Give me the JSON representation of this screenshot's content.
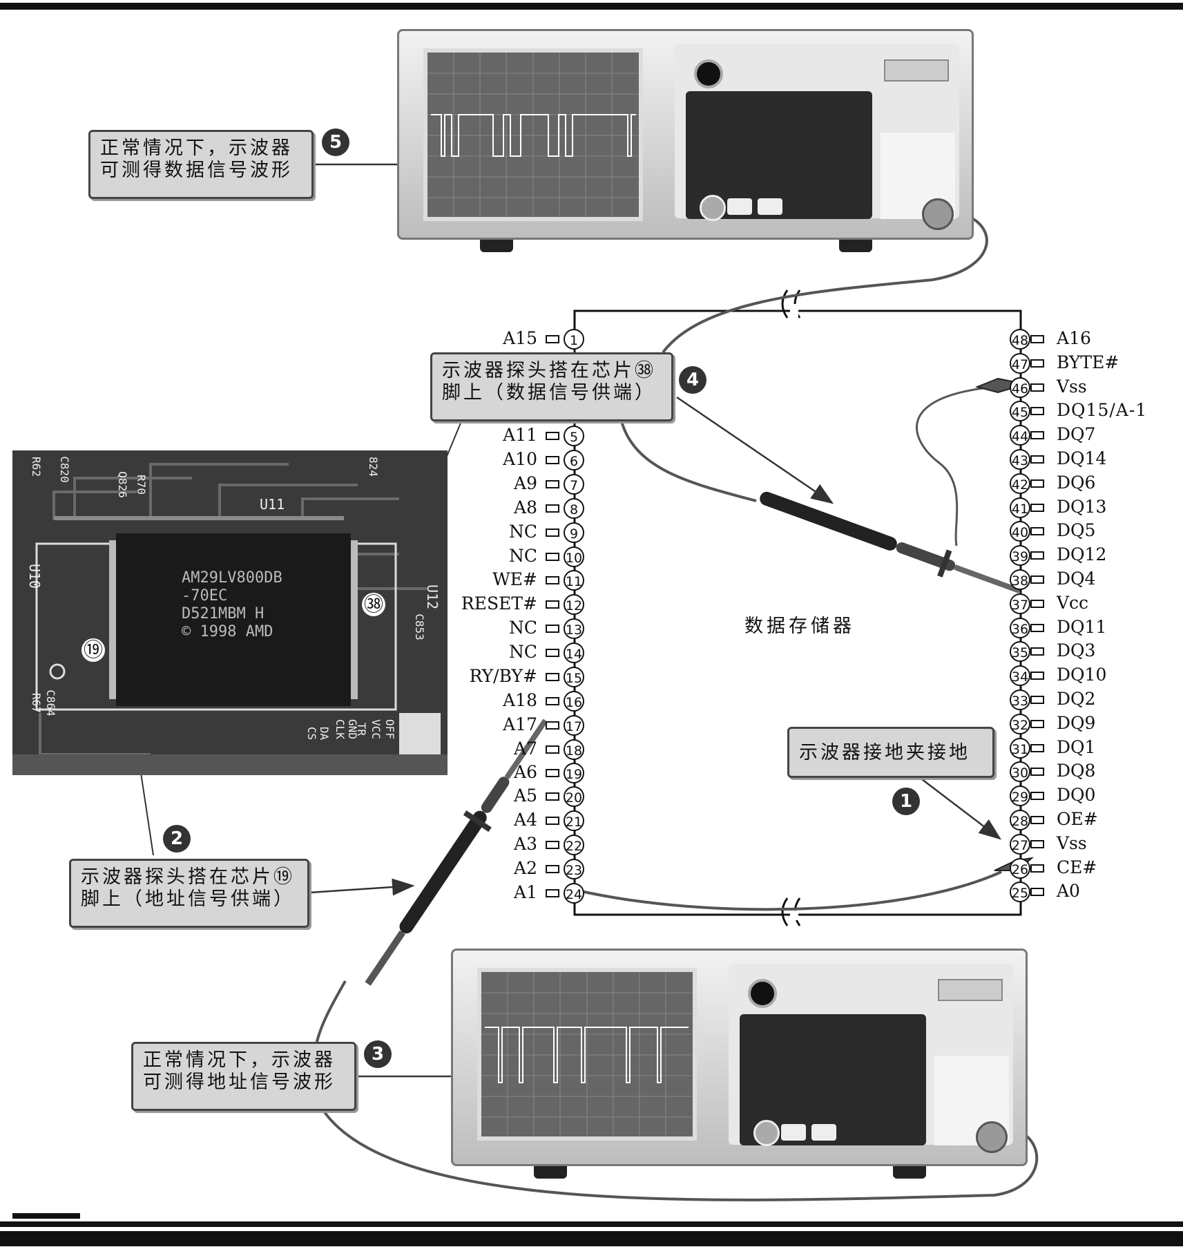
{
  "chip": {
    "title": "数据存储器",
    "left_pins": [
      {
        "num": "1",
        "label": "A15"
      },
      {
        "num": "5",
        "label": "A11"
      },
      {
        "num": "6",
        "label": "A10"
      },
      {
        "num": "7",
        "label": "A9"
      },
      {
        "num": "8",
        "label": "A8"
      },
      {
        "num": "9",
        "label": "NC"
      },
      {
        "num": "10",
        "label": "NC"
      },
      {
        "num": "11",
        "label": "WE#"
      },
      {
        "num": "12",
        "label": "RESET#"
      },
      {
        "num": "13",
        "label": "NC"
      },
      {
        "num": "14",
        "label": "NC"
      },
      {
        "num": "15",
        "label": "RY/BY#"
      },
      {
        "num": "16",
        "label": "A18"
      },
      {
        "num": "17",
        "label": "A17"
      },
      {
        "num": "18",
        "label": "A7"
      },
      {
        "num": "19",
        "label": "A6"
      },
      {
        "num": "20",
        "label": "A5"
      },
      {
        "num": "21",
        "label": "A4"
      },
      {
        "num": "22",
        "label": "A3"
      },
      {
        "num": "23",
        "label": "A2"
      },
      {
        "num": "24",
        "label": "A1"
      }
    ],
    "right_pins": [
      {
        "num": "48",
        "label": "A16"
      },
      {
        "num": "47",
        "label": "BYTE#"
      },
      {
        "num": "46",
        "label": "Vss"
      },
      {
        "num": "45",
        "label": "DQ15/A-1"
      },
      {
        "num": "44",
        "label": "DQ7"
      },
      {
        "num": "43",
        "label": "DQ14"
      },
      {
        "num": "42",
        "label": "DQ6"
      },
      {
        "num": "41",
        "label": "DQ13"
      },
      {
        "num": "40",
        "label": "DQ5"
      },
      {
        "num": "39",
        "label": "DQ12"
      },
      {
        "num": "38",
        "label": "DQ4"
      },
      {
        "num": "37",
        "label": "Vcc"
      },
      {
        "num": "36",
        "label": "DQ11"
      },
      {
        "num": "35",
        "label": "DQ3"
      },
      {
        "num": "34",
        "label": "DQ10"
      },
      {
        "num": "33",
        "label": "DQ2"
      },
      {
        "num": "32",
        "label": "DQ9"
      },
      {
        "num": "31",
        "label": "DQ1"
      },
      {
        "num": "30",
        "label": "DQ8"
      },
      {
        "num": "29",
        "label": "DQ0"
      },
      {
        "num": "28",
        "label": "OE#"
      },
      {
        "num": "27",
        "label": "Vss"
      },
      {
        "num": "26",
        "label": "CE#"
      },
      {
        "num": "25",
        "label": "A0"
      }
    ]
  },
  "callouts": {
    "c1": {
      "badge": "1",
      "text": "示波器接地夹接地"
    },
    "c2": {
      "badge": "2",
      "line1": "示波器探头搭在芯片⑲",
      "line2": "脚上（地址信号供端）"
    },
    "c3": {
      "badge": "3",
      "line1": "正常情况下，示波器",
      "line2": "可测得地址信号波形"
    },
    "c4": {
      "badge": "4",
      "line1": "示波器探头搭在芯片㊳",
      "line2": "脚上（数据信号供端）"
    },
    "c5": {
      "badge": "5",
      "line1": "正常情况下，示波器",
      "line2": "可测得数据信号波形"
    }
  },
  "photo": {
    "chip_lines": [
      "AM29LV800DB",
      "-70EC",
      "D521MBM H",
      "© 1998 AMD"
    ],
    "marker_19": "⑲",
    "marker_38": "㊳",
    "board_labels": [
      "U11",
      "U10",
      "U12",
      "R62",
      "C820",
      "Q826",
      "R70",
      "824",
      "C853",
      "R67",
      "C864",
      "OFF",
      "VCC",
      "TR",
      "GND",
      "CLK",
      "DA",
      "CS"
    ]
  },
  "colors": {
    "callout_bg": "#d6d6d6",
    "badge": "#333333",
    "line": "#111111"
  }
}
